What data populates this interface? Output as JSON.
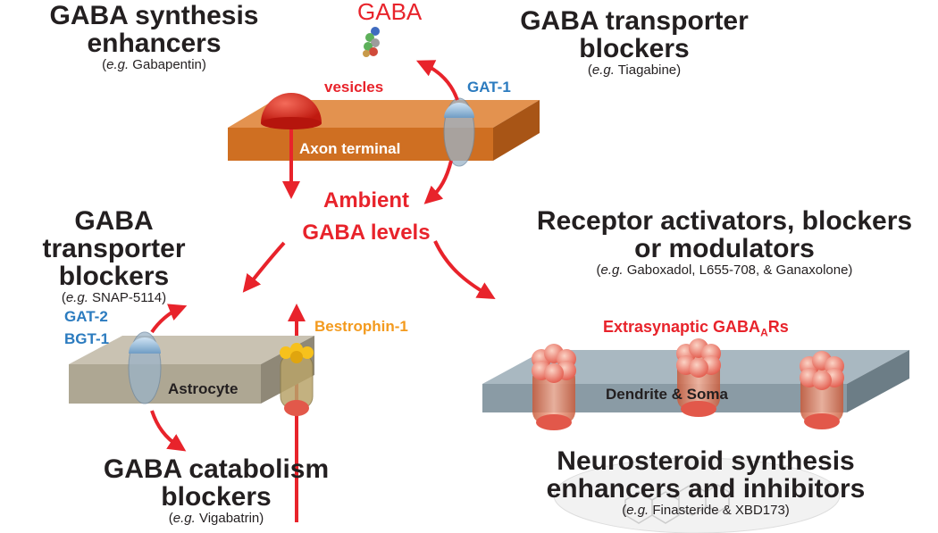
{
  "gaba_label": "GABA",
  "center_label": {
    "line1": "Ambient",
    "line2": "GABA levels"
  },
  "labels": {
    "vesicles": "vesicles",
    "gat1": "GAT-1",
    "axon_terminal": "Axon terminal",
    "gat2": "GAT-2",
    "bgt1": "BGT-1",
    "bestrophin": "Bestrophin-1",
    "astrocyte": "Astrocyte",
    "extrasynaptic_prefix": "Extrasynaptic GABA",
    "extrasynaptic_sub": "A",
    "extrasynaptic_suffix": "Rs",
    "dendrite": "Dendrite & Soma"
  },
  "blocks": {
    "synthesis": {
      "line1": "GABA synthesis",
      "line2": "enhancers",
      "eg": "e.g.",
      "example": " Gabapentin)"
    },
    "transporter_top": {
      "line1": "GABA transporter",
      "line2": "blockers",
      "eg": "e.g.",
      "example": " Tiagabine)"
    },
    "transporter_left": {
      "line1": "GABA transporter",
      "line2": "blockers",
      "eg": "e.g.",
      "example": " SNAP-5114)"
    },
    "receptor": {
      "line1": "Receptor activators, blockers",
      "line2": "or modulators",
      "eg": "e.g.",
      "example": " Gaboxadol, L655-708, & Ganaxolone)"
    },
    "catabolism": {
      "line1": "GABA catabolism",
      "line2": "blockers",
      "eg": "e.g.",
      "example": " Vigabatrin)"
    },
    "neurosteroid": {
      "line1": "Neurosteroid synthesis",
      "line2": "enhancers and inhibitors",
      "eg": "e.g.",
      "example": " Finasteride & XBD173)"
    }
  },
  "colors": {
    "red": "#e8232b",
    "blue": "#2b7bbf",
    "orange": "#f39a1e",
    "axon": "#d8792c",
    "astrocyte": "#b0a999",
    "dendrite": "#8c9aa3",
    "text": "#231f20"
  }
}
